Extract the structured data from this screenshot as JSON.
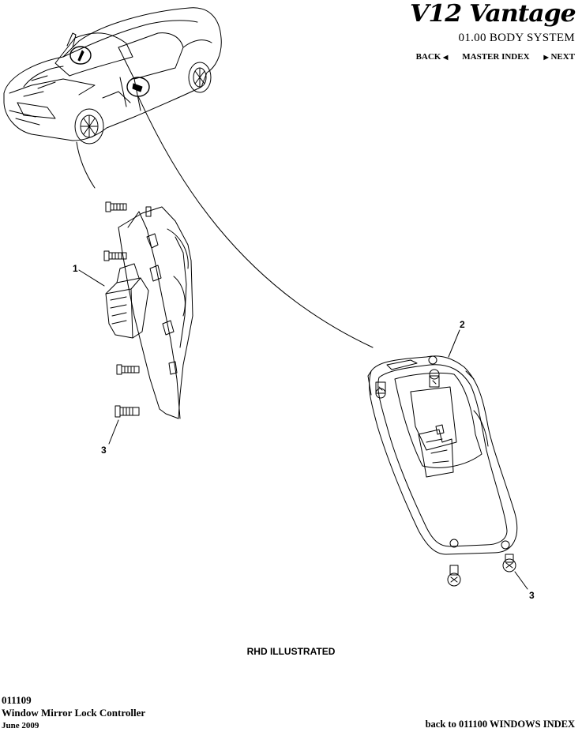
{
  "header": {
    "brand": "V12 Vantage",
    "section": "01.00 BODY SYSTEM",
    "nav": {
      "back": "BACK",
      "master_index": "MASTER INDEX",
      "next": "NEXT"
    }
  },
  "callouts": {
    "c1": "1",
    "c2": "2",
    "c3a": "3",
    "c3b": "3"
  },
  "note": "RHD ILLUSTRATED",
  "footer": {
    "code": "011109",
    "title": "Window Mirror Lock Controller",
    "date": "June 2009",
    "back_link": "back to 011100 WINDOWS INDEX"
  }
}
